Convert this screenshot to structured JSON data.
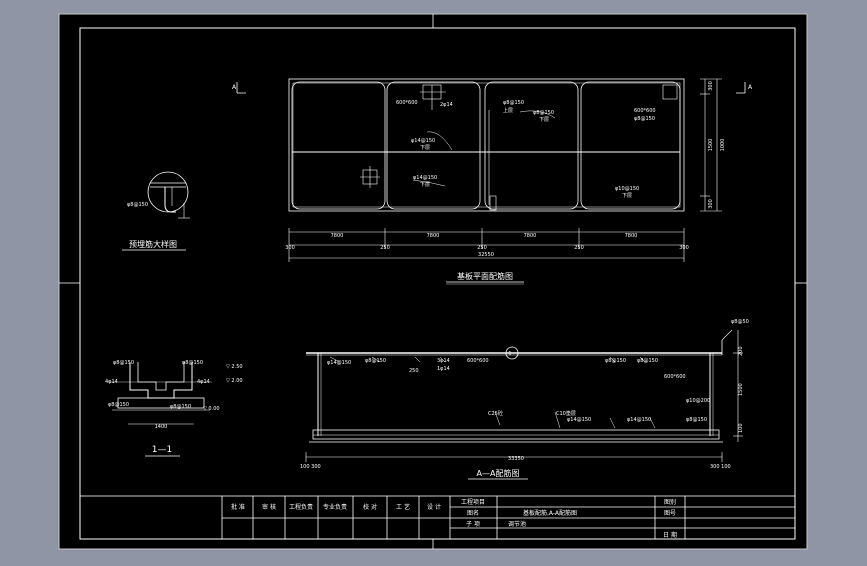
{
  "app": {
    "background": "#8f95a4",
    "sheet_color": "#000000",
    "line_color": "#ffffff"
  },
  "plan": {
    "title": "基板平面配筋图",
    "section_marks": [
      "A",
      "A"
    ],
    "dims_top": [
      "7800",
      "250",
      "7800",
      "250",
      "7800",
      "250",
      "7800"
    ],
    "dims_bottom": [
      "300",
      "250",
      "250",
      "250",
      "300"
    ],
    "dim_total": "32550",
    "dims_right": [
      "300",
      "1500",
      "1000",
      "300"
    ],
    "notes": {
      "n1": "600*600",
      "n2": "2φ14",
      "n3": "φ8@150",
      "n4": "φ8@150",
      "n5": "上层",
      "n6": "下层",
      "n7": "φ14@150",
      "n8": "下层",
      "n9": "600*600",
      "n10": "φ8@150",
      "n11": "φ14@150",
      "n12": "φ10@150",
      "n13": "下层",
      "n14": "下层"
    }
  },
  "detail": {
    "title": "预埋筋大样图",
    "note": "φ8@150"
  },
  "section_aa": {
    "title": "A—A配筋图",
    "notes": {
      "n1": "φ14@150",
      "n2": "φ8@150",
      "n3": "250",
      "n4": "3φ14",
      "n5": "1φ14",
      "n6": "600*600",
      "n7": "φ8@150",
      "n8": "φ8@150",
      "n9": "C25砼",
      "n10": "C10垫层",
      "n11": "φ14@150",
      "n12": "φ14@150",
      "n13": "φ10@200",
      "n14": "φ8@150",
      "n15": "600*600",
      "n16": "φ8@50",
      "n17": "1",
      "n18": "100",
      "n19": "200",
      "n20": "1500"
    },
    "dim_total": "33350",
    "dim_left": "100 300",
    "dim_right": "300 100"
  },
  "section_11": {
    "title": "1—1",
    "notes": {
      "n1": "φ8@150",
      "n2": "φ8@150",
      "n3": "4φ14",
      "n4": "4φ14",
      "n5": "φ8@150",
      "n6": "φ8@150",
      "n7": "1400",
      "n8": "▽ 2.50",
      "n9": "▽ 2.00",
      "n10": "▽ 0.00"
    }
  },
  "title_block": {
    "approve": "批 准",
    "check": "审 核",
    "engineer": "工程负责",
    "specialty": "专业负责",
    "review": "校 对",
    "craft": "工 艺",
    "design": "设 计",
    "project_label": "工程项目",
    "drawing_label": "图名",
    "drawing_name": "基板配筋,A-A配筋图",
    "subitem_label": "子 项",
    "subitem_value": "调节池",
    "drawing_type_label": "图别",
    "drawing_no_label": "图号",
    "date_label": "日 期"
  }
}
